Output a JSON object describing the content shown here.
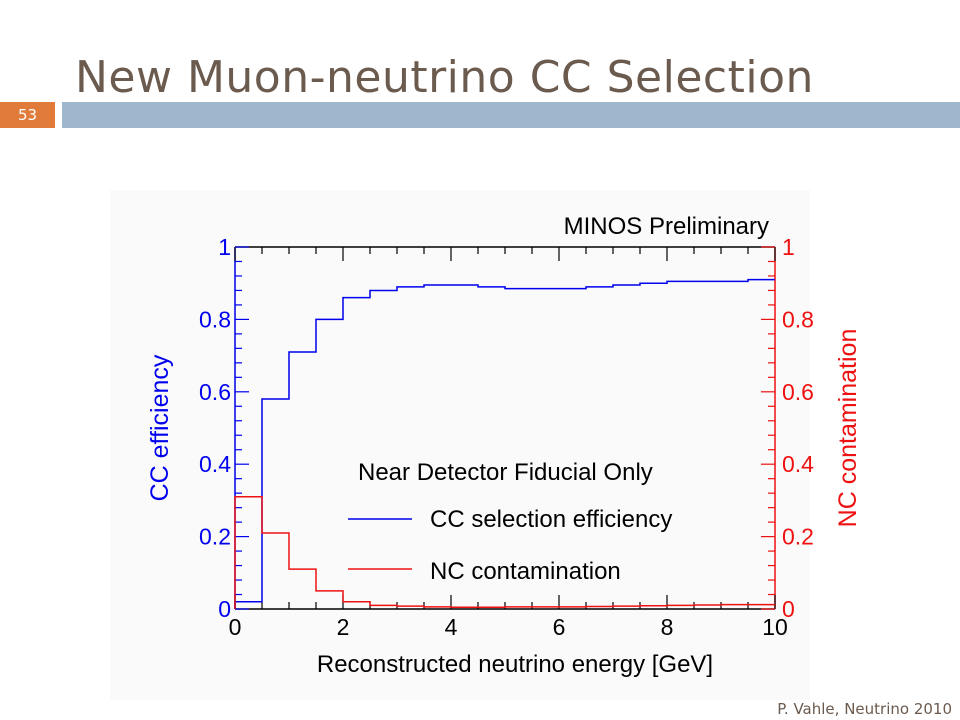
{
  "slide": {
    "title": "New Muon-neutrino CC Selection",
    "page_number": "53",
    "footer": "P. Vahle, Neutrino 2010"
  },
  "colors": {
    "title": "#6b5a4e",
    "accent_bar": "#9db6cc",
    "badge": "#e07b3a",
    "cc_series": "#0000ee",
    "nc_series": "#ee1111"
  },
  "chart_data": {
    "type": "line",
    "header": "MINOS Preliminary",
    "xlabel": "Reconstructed neutrino energy [GeV]",
    "ylabel_left": "CC efficiency",
    "ylabel_right": "NC contamination",
    "xlim": [
      0,
      10
    ],
    "ylim_left": [
      0,
      1
    ],
    "ylim_right": [
      0,
      1
    ],
    "x_ticks": [
      "0",
      "2",
      "4",
      "6",
      "8",
      "10"
    ],
    "y_ticks_left": [
      "0",
      "0.2",
      "0.4",
      "0.6",
      "0.8",
      "1"
    ],
    "y_ticks_right": [
      "0",
      "0.2",
      "0.4",
      "0.6",
      "0.8",
      "1"
    ],
    "legend": {
      "title": "Near Detector Fiducial Only",
      "entries": [
        "CC selection efficiency",
        "NC contamination"
      ]
    },
    "x_bin_edges": [
      0,
      0.5,
      1,
      1.5,
      2,
      2.5,
      3,
      3.5,
      4,
      4.5,
      5,
      5.5,
      6,
      6.5,
      7,
      7.5,
      8,
      8.5,
      9,
      9.5,
      10
    ],
    "series": [
      {
        "name": "CC selection efficiency",
        "axis": "left",
        "values": [
          0.02,
          0.58,
          0.71,
          0.8,
          0.86,
          0.88,
          0.89,
          0.895,
          0.895,
          0.89,
          0.885,
          0.885,
          0.885,
          0.89,
          0.895,
          0.9,
          0.905,
          0.905,
          0.905,
          0.91
        ]
      },
      {
        "name": "NC contamination",
        "axis": "right",
        "values": [
          0.31,
          0.21,
          0.11,
          0.05,
          0.02,
          0.01,
          0.008,
          0.006,
          0.005,
          0.005,
          0.006,
          0.006,
          0.006,
          0.007,
          0.008,
          0.009,
          0.01,
          0.011,
          0.012,
          0.012
        ]
      }
    ],
    "grid": false
  }
}
